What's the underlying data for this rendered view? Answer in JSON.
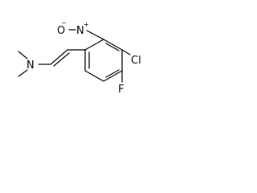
{
  "molecule": {
    "atoms": {
      "nitro_n": "N",
      "nitro_o": "O",
      "nitro_plus": "+",
      "nitro_minus": "−",
      "chlorine": "Cl",
      "fluorine": "F",
      "amine_n": "N"
    },
    "colors": {
      "bond": "#000000",
      "text": "#000000",
      "background": "#ffffff"
    }
  }
}
